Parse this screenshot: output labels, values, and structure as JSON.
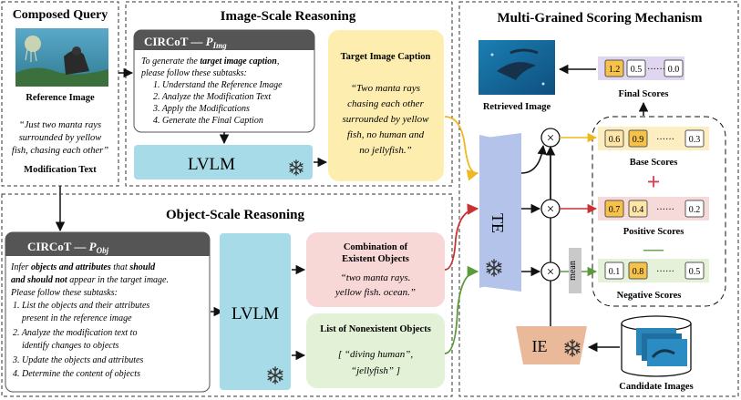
{
  "composed_query": {
    "title": "Composed Query",
    "reference_image_label": "Reference Image",
    "modification_text_lines": [
      "“Just two manta rays",
      "surrounded by yellow",
      "fish, chasing each other”"
    ],
    "modification_text_label": "Modification Text"
  },
  "image_scale": {
    "title": "Image-Scale Reasoning",
    "prompt_header": "CIRCoT — ",
    "prompt_symbol": "P",
    "prompt_subscript": "Img",
    "prompt_intro_1": "To generate the ",
    "prompt_intro_bold": "target image caption",
    "prompt_intro_2": ",",
    "prompt_intro_line2": "please follow these subtasks:",
    "subtasks": [
      "1. Understand the Reference Image",
      "2. Analyze the Modification Text",
      "3. Apply the Modifications",
      "4. Generate the Final Caption"
    ],
    "lvlm_label": "LVLM",
    "caption_title": "Target Image Caption",
    "caption_lines": [
      "“Two manta rays",
      "chasing each other",
      "surrounded by yellow",
      "fish, no human and",
      "no jellyfish.”"
    ]
  },
  "object_scale": {
    "title": "Object-Scale Reasoning",
    "prompt_header": "CIRCoT — ",
    "prompt_symbol": "P",
    "prompt_subscript": "Obj",
    "intro_1": "Infer ",
    "intro_bold_1": "objects and attributes",
    "intro_2": " that ",
    "intro_bold_2": "should",
    "intro_bold_3": "and should not",
    "intro_3": " appear in the target image.",
    "intro_4": "Please follow these subtasks:",
    "subtask_lines": [
      "1. List the objects and their attributes",
      "present in the reference image",
      "2. Analyze the modification text to",
      "identify changes to objects",
      "3. Update the objects and attributes",
      "4. Determine the content of objects"
    ],
    "lvlm_label": "LVLM",
    "existent_title_lines": [
      "Combination of",
      "Existent Objects"
    ],
    "existent_text_lines": [
      "“two manta rays.",
      "yellow fish. ocean.”"
    ],
    "nonexistent_title": "List of Nonexistent Objects",
    "nonexistent_text_lines": [
      "[ “diving human”,",
      "“jellyfish” ]"
    ]
  },
  "scoring": {
    "title": "Multi-Grained Scoring Mechanism",
    "retrieved_label": "Retrieved Image",
    "te_label": "TE",
    "ie_label": "IE",
    "mean_label": "mean",
    "candidate_label": "Candidate Images",
    "final_scores": {
      "label": "Final Scores",
      "values": [
        "1.2",
        "0.5",
        "0.0"
      ]
    },
    "base_scores": {
      "label": "Base Scores",
      "values": [
        "0.6",
        "0.9",
        "0.3"
      ]
    },
    "positive_scores": {
      "label": "Positive Scores",
      "values": [
        "0.7",
        "0.4",
        "0.2"
      ]
    },
    "negative_scores": {
      "label": "Negative Scores",
      "values": [
        "0.1",
        "0.8",
        "0.5"
      ]
    },
    "ellipsis": "······",
    "plus": "+",
    "minus": "—",
    "times": "×"
  },
  "colors": {
    "lvlm_fill": "#a8dbe8",
    "caption_fill": "#fdeeb0",
    "existent_fill": "#f8d7d7",
    "nonexistent_fill": "#e3f1d6",
    "te_fill": "#b3c3ea",
    "ie_fill": "#e9b999",
    "final_fill": "#e1d6ef",
    "base_fill": "#fdeec2",
    "positive_fill": "#f6dada",
    "negative_fill": "#e6f1da",
    "arrow_yellow": "#f0b820",
    "arrow_red": "#c83232",
    "arrow_green": "#5c9a3a",
    "plus_color": "#d63e52",
    "minus_color": "#6aa84f",
    "header_dark": "#555555"
  },
  "icons": [
    "snowflake-icon",
    "times-icon",
    "database-icon"
  ]
}
